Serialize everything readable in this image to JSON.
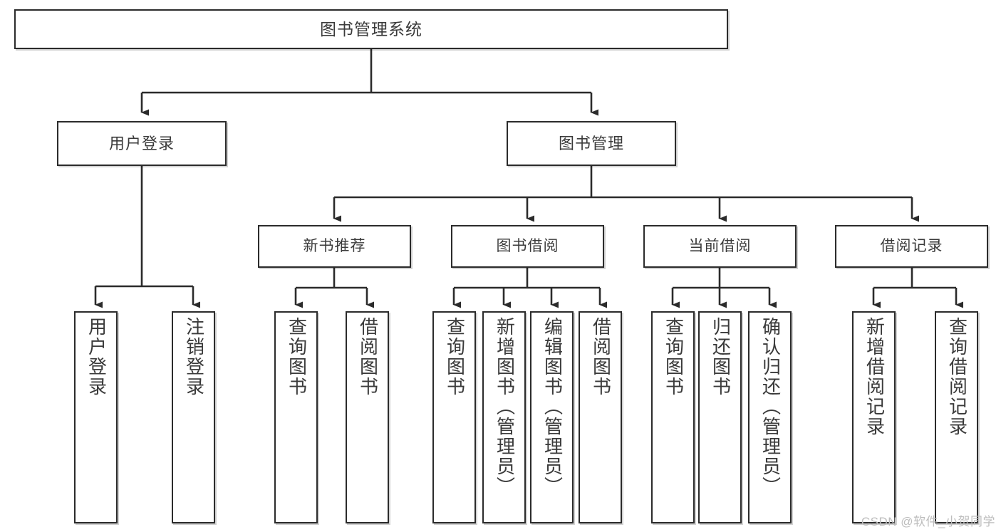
{
  "diagram": {
    "title": "图书管理系统",
    "type": "hierarchy-tree",
    "watermark": "CSDN @软件_小贺同学",
    "line_color": "#2b2b2b",
    "box_fill": "#ffffff",
    "text_color": "#3a3a3a",
    "nodes": {
      "root": {
        "label": "图书管理系统"
      },
      "level1": [
        {
          "label": "用户登录"
        },
        {
          "label": "图书管理"
        }
      ],
      "level2": [
        {
          "label": "新书推荐"
        },
        {
          "label": "图书借阅"
        },
        {
          "label": "当前借阅"
        },
        {
          "label": "借阅记录"
        }
      ],
      "leaves": {
        "user_login": [
          {
            "label": "用户登录"
          },
          {
            "label": "注销登录"
          }
        ],
        "new_book": [
          {
            "label": "查询图书"
          },
          {
            "label": "借阅图书"
          }
        ],
        "book_borrow": [
          {
            "label": "查询图书"
          },
          {
            "label": "新增图书（管理员）"
          },
          {
            "label": "编辑图书（管理员）"
          },
          {
            "label": "借阅图书"
          }
        ],
        "current_borrow": [
          {
            "label": "查询图书"
          },
          {
            "label": "归还图书"
          },
          {
            "label": "确认归还（管理员）"
          }
        ],
        "borrow_record": [
          {
            "label": "新增借阅记录"
          },
          {
            "label": "查询借阅记录"
          }
        ]
      }
    }
  }
}
